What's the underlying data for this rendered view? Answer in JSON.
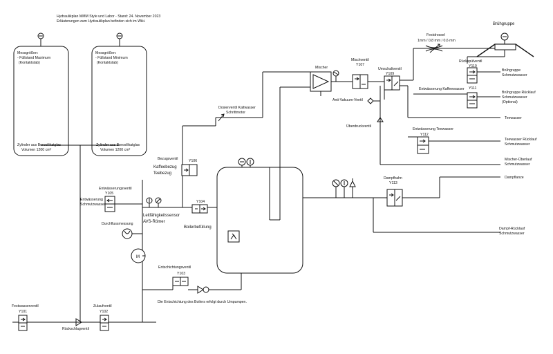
{
  "header": {
    "line1": "Hydraulikplan MMM Style und Labor - Stand: 24. November 2023",
    "line2": "Erläuterungen zum Hydraulikplan befinden sich im Wiki."
  },
  "tanks": {
    "max": {
      "label1": "Messgrößen:",
      "label2": "- Füllstand Maximum",
      "label3": "(Kontaktstab)",
      "bottom1": "Zylinder aus Borosilikatglas",
      "bottom2": "Volumen 1200 cm³"
    },
    "min": {
      "label1": "Messgrößen:",
      "label2": "- Füllstand Minimum",
      "label3": "(Kontaktstab)",
      "bottom1": "Zylinder aus Borosilikatglas",
      "bottom2": "Volumen 1200 cm³"
    }
  },
  "labels": {
    "bruehgruppe": "Brühgruppe",
    "festdrossel": "Festdrossel",
    "festdrossel_sizes": "1mm / 0,8 mm / 0,6 mm",
    "mischer": "Mischer",
    "mischventil": "Mischventil",
    "y107": "Y107",
    "umschaltventil": "Umschaltventil",
    "y109": "Y109",
    "ruecksp1": "Rückspülventil",
    "y110": "Y110",
    "bg_schmutz1": "Brühgruppe",
    "bg_schmutz2": "Schmutzwasser",
    "entw_kaffee": "Entwässerung Kaffeewasser",
    "y111": "Y111",
    "bg_rueck1": "Brühgruppe Rücklauf",
    "bg_rueck2": "Schmutzwasser",
    "bg_rueck3": "(Optional)",
    "anti_vakuum": "Anti-Vakuum-Ventil",
    "ueberdruck": "Überdruckventil",
    "teewasser": "Teewasser",
    "entw_tee": "Entwässerung Teewasser",
    "y112": "Y112",
    "tee_rueck1": "Teewasser Rücklauf",
    "tee_rueck2": "Schmutzwasser",
    "mischer_ueber1": "Mischer-Überlauf",
    "mischer_ueber2": "Schmutzwasser",
    "dosier1": "Dosierventil Kaltwasser",
    "dosier2": "Schrittmotor",
    "bezugsventil": "Bezugsventil",
    "y106": "Y106",
    "kaffeebezug": "Kaffeebezug",
    "teebezug": "Teebezug",
    "entw_title": "Entwässerungsventil",
    "y105": "Y105",
    "entw_schmutz1": "Entwässerung",
    "entw_schmutz2": "Schmutzwasser",
    "leitfaehigkeit": "Leitfähigkeitssensor",
    "avs": "AVS-Römer",
    "y104": "Y104",
    "boilerbef": "Boilerbefüllung",
    "durchfluss": "Durchflussmessung",
    "motor": "M",
    "entschichtung": "Entschichtungsventil",
    "y103": "Y103",
    "entschichtung_note": "Die Entschichtung des Boilers erfolgt durch Umpumpen.",
    "dampfhahn": "Dampfhahn",
    "y113": "Y113",
    "dampflanze": "Dampflanze",
    "dampf_rueck1": "Dampf-Rücklauf",
    "dampf_rueck2": "Schmutzwasser",
    "festwasser": "Festwasserventil",
    "y101": "Y101",
    "zulauf": "Zulaufventil",
    "y102": "Y102",
    "rueckschlag": "Rückschlagventil"
  }
}
